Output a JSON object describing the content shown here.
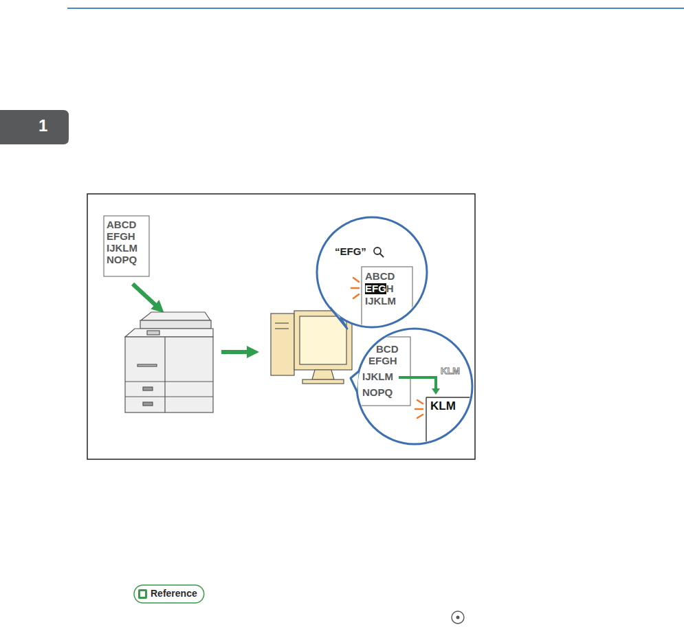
{
  "diagram": {
    "labels": [
      "1",
      "ABCD",
      "EFGH",
      "IJKLM",
      "NOPQ",
      "“EFG”",
      "ABCD",
      "EFG",
      "H",
      "IJKLM",
      "BCD",
      "EFGH",
      "IJKLM",
      "NOPQ",
      "KLM",
      "KLM",
      "Reference"
    ]
  }
}
